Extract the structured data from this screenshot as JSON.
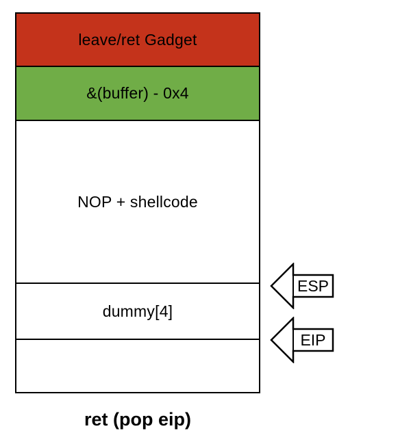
{
  "diagram": {
    "blocks": [
      {
        "label": "leave/ret Gadget",
        "color": "#C4331B"
      },
      {
        "label": "&(buffer) - 0x4",
        "color": "#70AD47"
      },
      {
        "label": "NOP + shellcode",
        "color": "#FFFFFF"
      },
      {
        "label": "dummy[4]",
        "color": "#FFFFFF"
      },
      {
        "label": "",
        "color": "#FFFFFF"
      }
    ],
    "pointers": [
      {
        "label": "ESP",
        "icon": "left-block-arrow-icon"
      },
      {
        "label": "EIP",
        "icon": "left-block-arrow-icon"
      }
    ],
    "caption": "ret (pop eip)",
    "colors": {
      "border": "#000000",
      "text": "#000000",
      "background": "#FFFFFF"
    }
  }
}
